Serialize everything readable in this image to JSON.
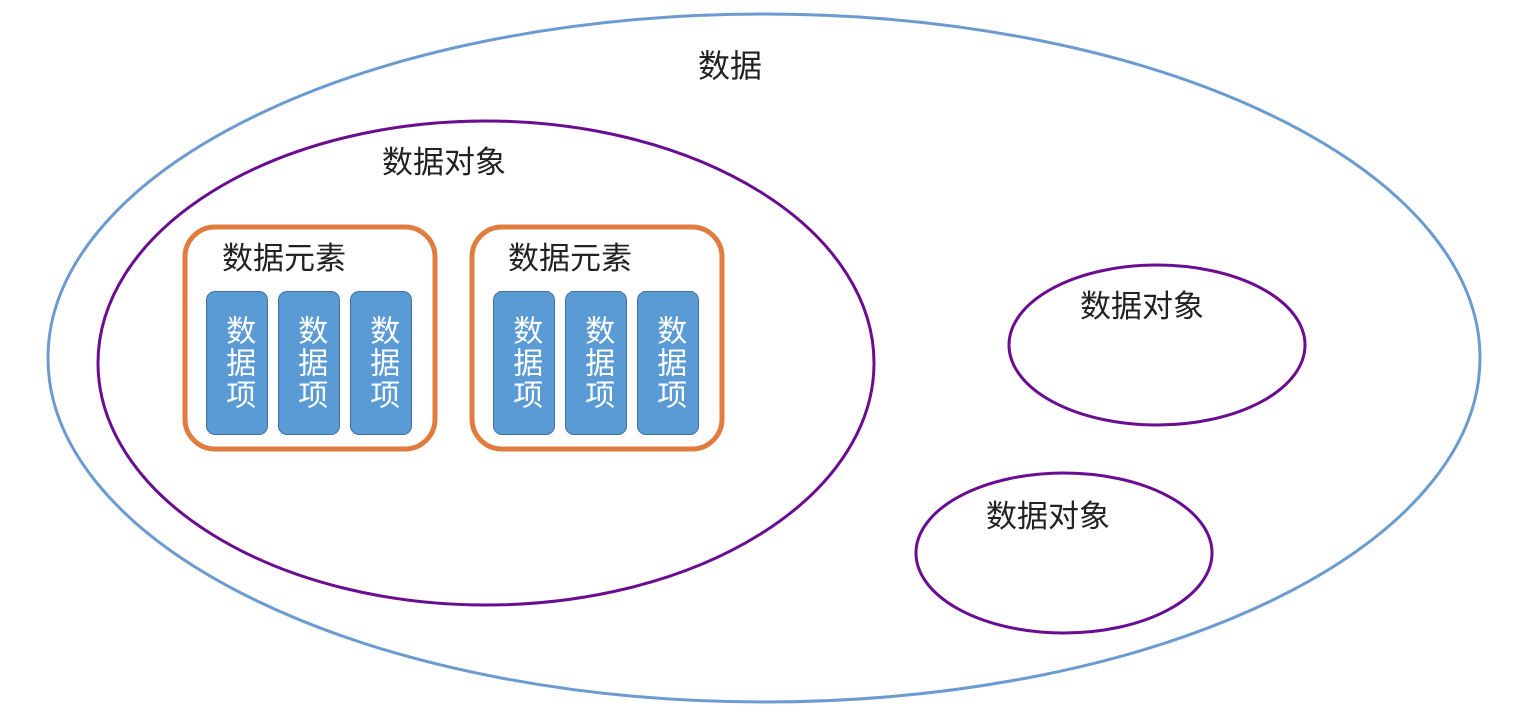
{
  "colors": {
    "outer_ellipse": "#6b9bd1",
    "object_ellipse": "#6a0d91",
    "element_box": "#e07c3e",
    "item_fill": "#5b9bd5"
  },
  "labels": {
    "data": "数据",
    "data_object_main": "数据对象",
    "data_element_1": "数据元素",
    "data_element_2": "数据元素",
    "data_object_2": "数据对象",
    "data_object_3": "数据对象"
  },
  "elements": [
    {
      "items": [
        "数据项",
        "数据项",
        "数据项"
      ]
    },
    {
      "items": [
        "数据项",
        "数据项",
        "数据项"
      ]
    }
  ]
}
